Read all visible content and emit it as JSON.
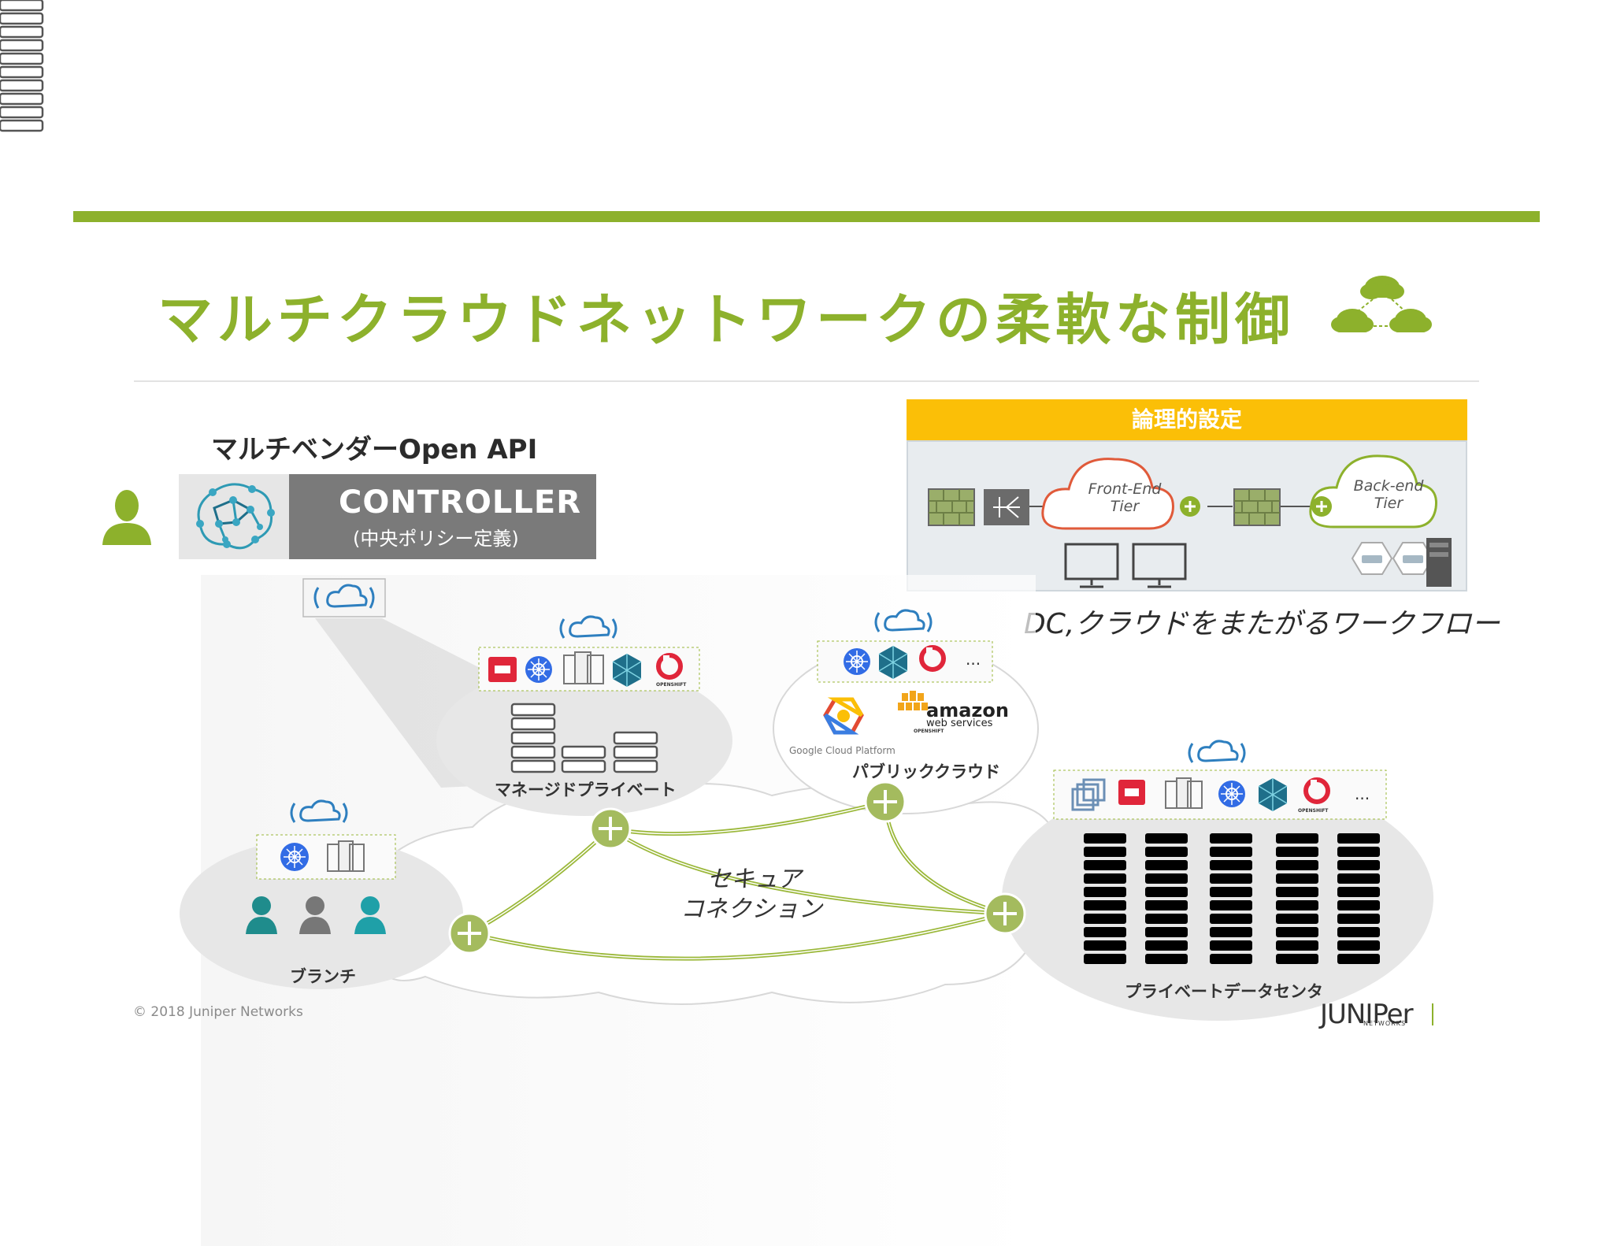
{
  "slide": {
    "title": "マルチクラウドネットワークの柔軟な制御",
    "copyright": "© 2018 Juniper Networks",
    "logo_text": "JUNIPer",
    "logo_sub": "NETWORKS"
  },
  "controller": {
    "api_label": "マルチベンダーOpen API",
    "title": "CONTROLLER",
    "subtitle": "(中央ポリシー定義)"
  },
  "logical_panel": {
    "header": "論理的設定",
    "front_cloud": [
      "Front-End",
      "Tier"
    ],
    "back_cloud": [
      "Back-end",
      "Tier"
    ]
  },
  "workflow_caption": "DC,クラウドをまたがるワークフロー",
  "sites": {
    "managed_private": "マネージドプライベート",
    "public_cloud": "パブリッククラウド",
    "branch": "ブランチ",
    "private_dc": "プライベートデータセンタ"
  },
  "secure_connection": [
    "セキュア",
    "コネクション"
  ],
  "vendor_logos": {
    "openshift": "OPENSHIFT",
    "amazon": "amazon",
    "aws_sub": "web services",
    "google": "Google Cloud Platform",
    "more": "..."
  },
  "colors": {
    "accent_green": "#8db12c",
    "header_yellow": "#fbbf07",
    "controller_gray": "#7a7a7a",
    "front_cloud_red": "#e05a3a",
    "back_cloud_green": "#8db12c"
  }
}
